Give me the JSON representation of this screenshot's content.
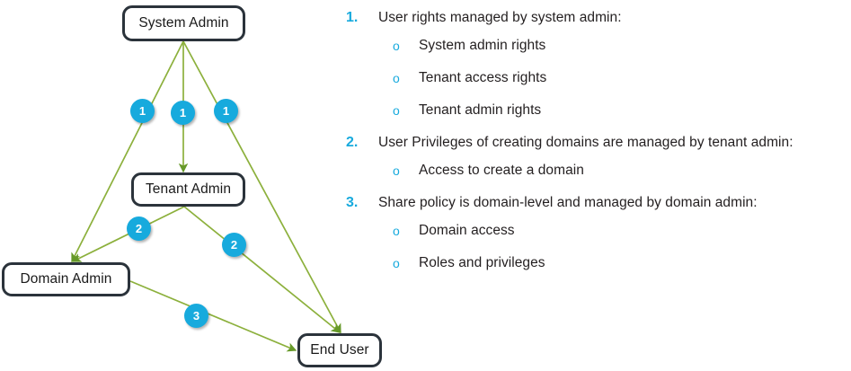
{
  "colors": {
    "badge_blue": "#17AADD",
    "edge_green": "#76A22E",
    "node_border": "#2b333b",
    "text": "#231f20",
    "background": "#ffffff"
  },
  "diagram": {
    "nodes": [
      {
        "id": "system-admin",
        "label": "System Admin"
      },
      {
        "id": "tenant-admin",
        "label": "Tenant Admin"
      },
      {
        "id": "domain-admin",
        "label": "Domain Admin"
      },
      {
        "id": "end-user",
        "label": "End User"
      }
    ],
    "edges": [
      {
        "from": "System Admin",
        "to": "Domain Admin",
        "badge": "1"
      },
      {
        "from": "System Admin",
        "to": "Tenant Admin",
        "badge": "1"
      },
      {
        "from": "System Admin",
        "to": "End User",
        "badge": "1"
      },
      {
        "from": "Tenant Admin",
        "to": "Domain Admin",
        "badge": "2"
      },
      {
        "from": "Tenant Admin",
        "to": "End User",
        "badge": "2"
      },
      {
        "from": "Domain Admin",
        "to": "End User",
        "badge": "3"
      }
    ],
    "badges": [
      {
        "id": "badge-1-left",
        "value": "1"
      },
      {
        "id": "badge-1-center",
        "value": "1"
      },
      {
        "id": "badge-1-right",
        "value": "1"
      },
      {
        "id": "badge-2-left",
        "value": "2"
      },
      {
        "id": "badge-2-right",
        "value": "2"
      },
      {
        "id": "badge-3",
        "value": "3"
      }
    ]
  },
  "list": {
    "bullet_glyph": "o",
    "items": [
      {
        "number": "1.",
        "text": "User rights managed by system admin:",
        "subitems": [
          "System admin rights",
          "Tenant access rights",
          "Tenant admin rights"
        ]
      },
      {
        "number": "2.",
        "text": "User Privileges of creating domains are managed by tenant admin:",
        "subitems": [
          "Access to create a domain"
        ]
      },
      {
        "number": "3.",
        "text": "Share policy is domain-level and managed by domain admin:",
        "subitems": [
          "Domain access",
          "Roles and privileges"
        ]
      }
    ]
  }
}
